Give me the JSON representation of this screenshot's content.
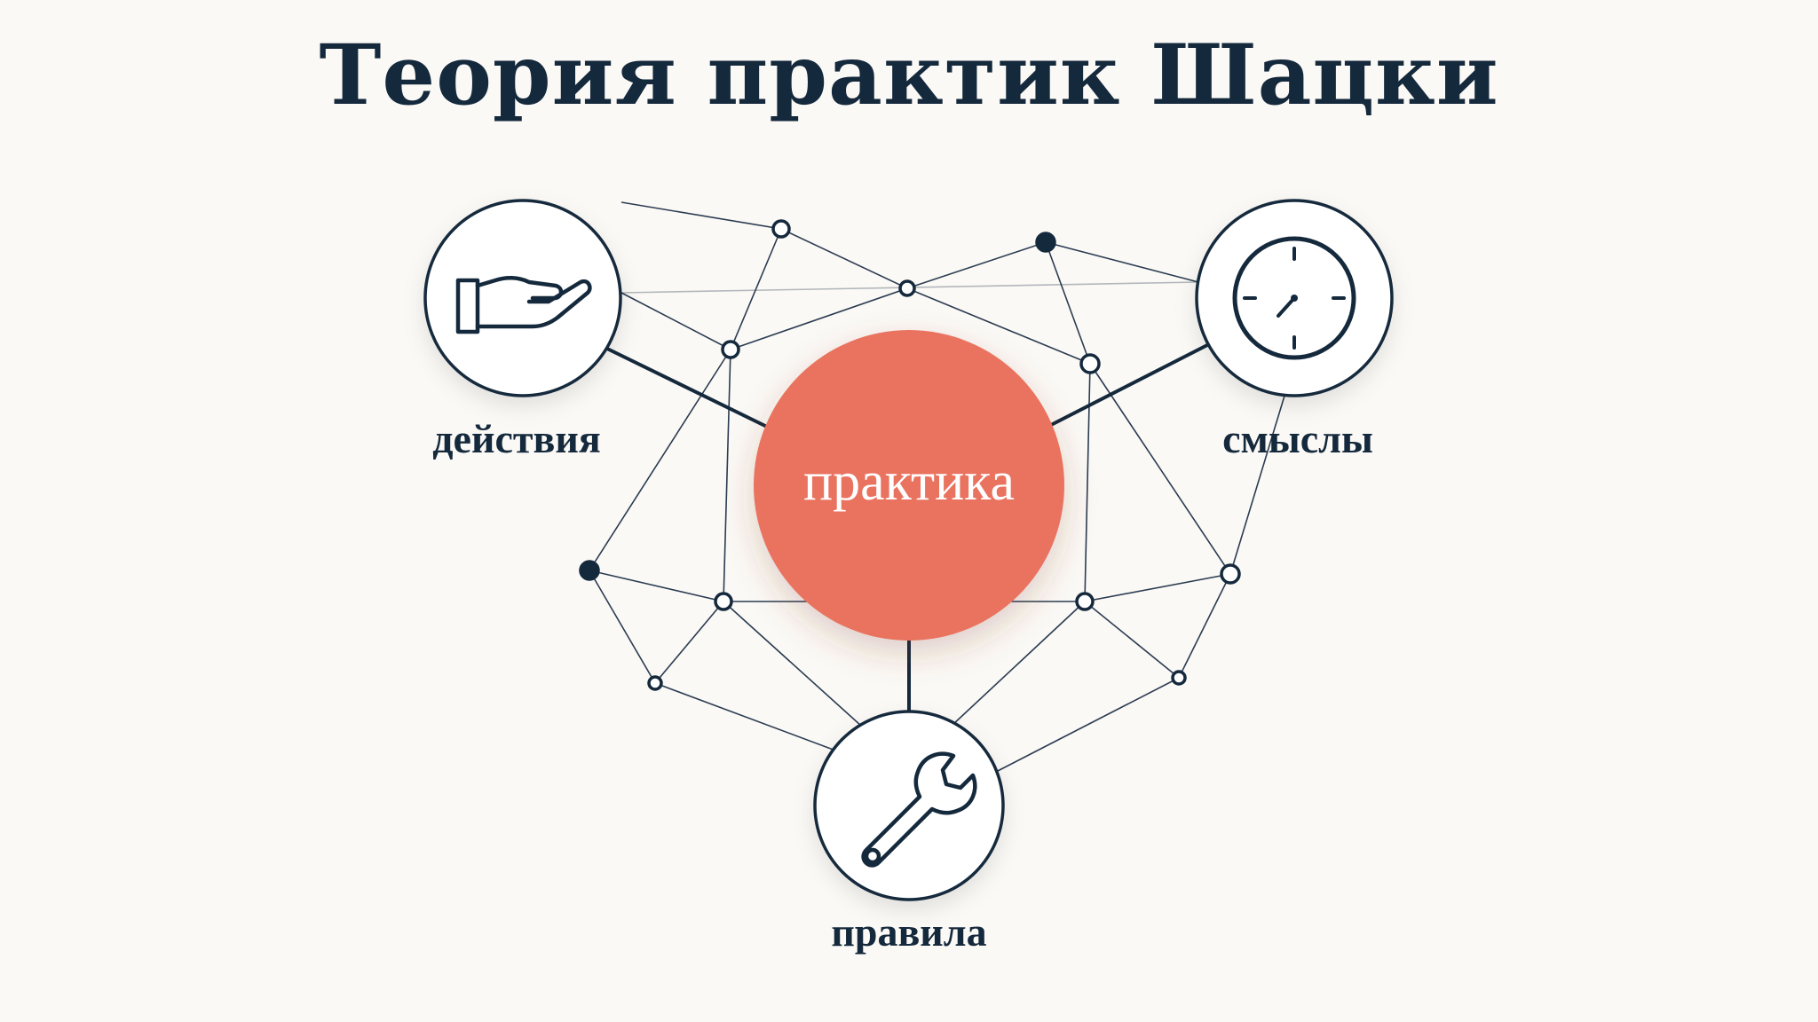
{
  "title": "Теория практик Шацки",
  "center": {
    "label": "практика",
    "color": "#e9735e"
  },
  "nodes": [
    {
      "id": "actions",
      "label": "действия",
      "icon": "hand-icon"
    },
    {
      "id": "meanings",
      "label": "смыслы",
      "icon": "clock-icon"
    },
    {
      "id": "rules",
      "label": "правила",
      "icon": "wrench-icon"
    }
  ],
  "colors": {
    "ink": "#15293d",
    "background": "#fbf9f5",
    "accent": "#e9735e"
  }
}
